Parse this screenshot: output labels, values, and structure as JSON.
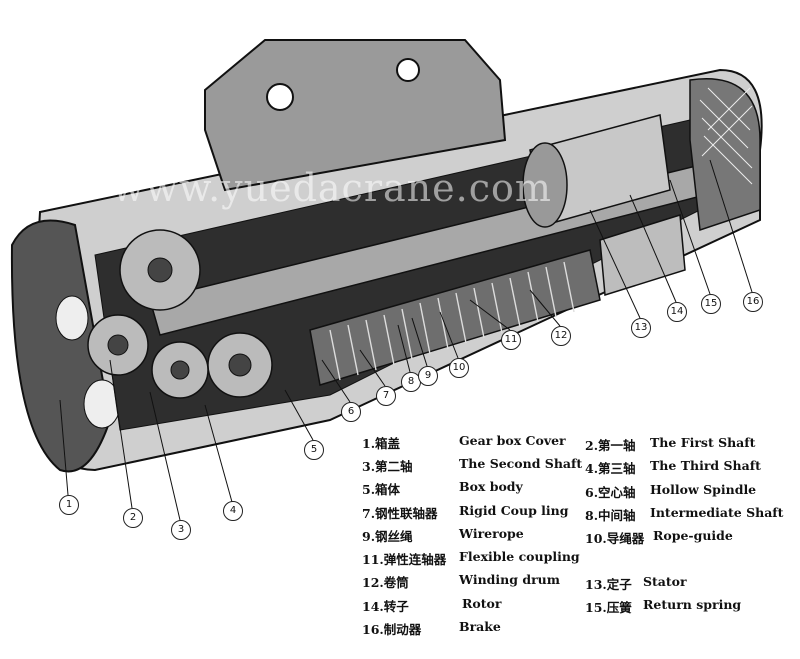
{
  "watermark": "www.yuedacrane.com",
  "colors": {
    "ink": "#111111",
    "shade": "#3a3a3a",
    "mid": "#8a8a8a",
    "light": "#d6d6d6"
  },
  "callouts": [
    "1",
    "2",
    "3",
    "4",
    "5",
    "6",
    "7",
    "8",
    "9",
    "10",
    "11",
    "12",
    "13",
    "14",
    "15",
    "16"
  ],
  "legend": {
    "left": [
      {
        "cn": "1.箱盖",
        "en": "Gear box Cover"
      },
      {
        "cn": "3.第二轴",
        "en": "The Second Shaft"
      },
      {
        "cn": "5.箱体",
        "en": "Box body"
      },
      {
        "cn": "7.钢性联轴器",
        "en": "Rigid Coup ling"
      },
      {
        "cn": "9.钢丝绳",
        "en": "Wirerope"
      },
      {
        "cn": "11.弹性连轴器",
        "en": "Flexible coupling"
      },
      {
        "cn": "12.卷筒",
        "en": "Winding drum"
      },
      {
        "cn": "14.转子",
        "en": "Rotor"
      },
      {
        "cn": "16.制动器",
        "en": "Brake"
      }
    ],
    "right": [
      {
        "cn": "2.第一轴",
        "en": "The First Shaft"
      },
      {
        "cn": "4.第三轴",
        "en": "The Third Shaft"
      },
      {
        "cn": "6.空心轴",
        "en": "Hollow Spindle"
      },
      {
        "cn": "8.中间轴",
        "en": "Intermediate Shaft"
      },
      {
        "cn": "10.导绳器",
        "en": "Rope-guide"
      },
      {
        "cn": "13.定子",
        "en": "Stator"
      },
      {
        "cn": "15.压簧",
        "en": "Return spring"
      }
    ]
  }
}
